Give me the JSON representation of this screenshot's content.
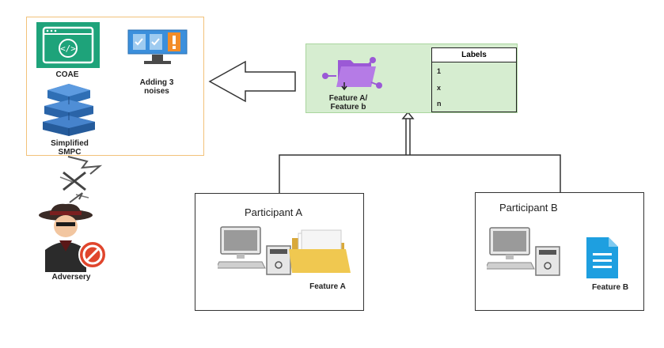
{
  "defense": {
    "coae_label": "COAE",
    "noise_label_line1": "Adding 3",
    "noise_label_line2": "noises",
    "smpc_label_line1": "Simplified",
    "smpc_label_line2": "SMPC"
  },
  "aggregate": {
    "feature_line1": "Feature A/",
    "feature_line2": "Feature b",
    "labels_header": "Labels",
    "label_rows": [
      "1",
      "x",
      "n"
    ]
  },
  "adversary": {
    "label": "Adversery"
  },
  "participant_a": {
    "title": "Participant A",
    "feature": "Feature A"
  },
  "participant_b": {
    "title": "Participant B",
    "feature": "Feature B"
  },
  "colors": {
    "coae_green": "#1ea37a",
    "noise_blue": "#3b8fdc",
    "smpc_blue": "#2f6fb5",
    "folder_purple": "#9b59d6",
    "defense_border": "#f2c27a",
    "aggregate_fill": "#d6edd0",
    "prohibit_red": "#e0452c",
    "file_blue": "#1e9fe0",
    "folder_yellow": "#f0c850"
  },
  "icons": [
    "coae-icon",
    "noise-monitor-icon",
    "smpc-stack-icon",
    "folder-icon",
    "adversary-icon",
    "prohibited-icon",
    "computer-icon",
    "document-icon",
    "broken-link-icon"
  ]
}
